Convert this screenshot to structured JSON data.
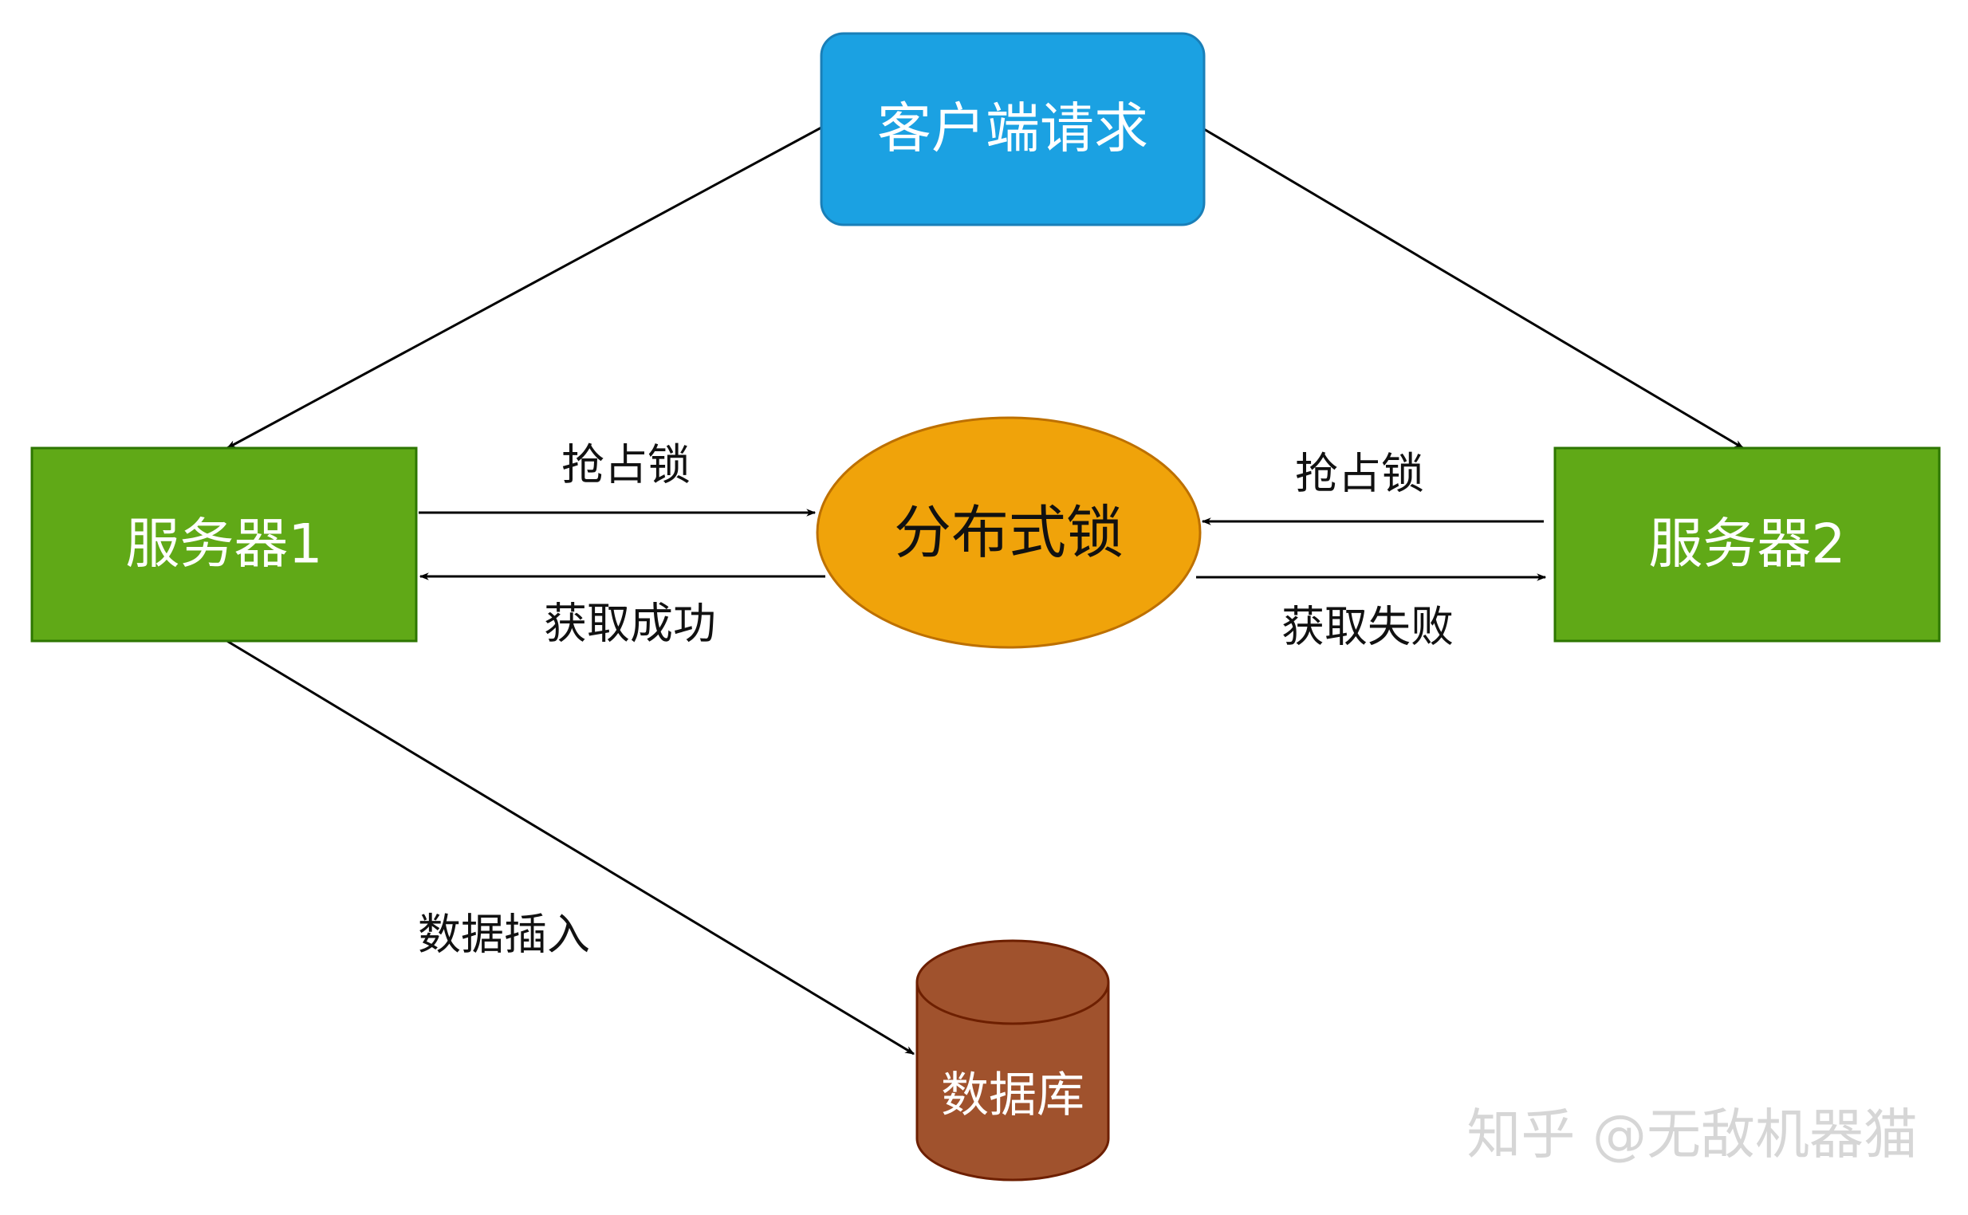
{
  "nodes": {
    "client": {
      "label": "客户端请求",
      "color": "#1ba1e2",
      "border": "#1a7fb8"
    },
    "server1": {
      "label": "服务器1",
      "color": "#60a917",
      "border": "#2d7600"
    },
    "server2": {
      "label": "服务器2",
      "color": "#60a917",
      "border": "#2d7600"
    },
    "lock": {
      "label": "分布式锁",
      "color": "#f0a30a",
      "border": "#bd7000",
      "text_color": "#111111"
    },
    "database": {
      "label": "数据库",
      "color": "#a0522d",
      "border": "#6d1f00"
    }
  },
  "edges": {
    "server1_grab": "抢占锁",
    "server1_success": "获取成功",
    "server2_grab": "抢占锁",
    "server2_fail": "获取失败",
    "insert": "数据插入"
  },
  "watermark": "知乎 @无敌机器猫"
}
